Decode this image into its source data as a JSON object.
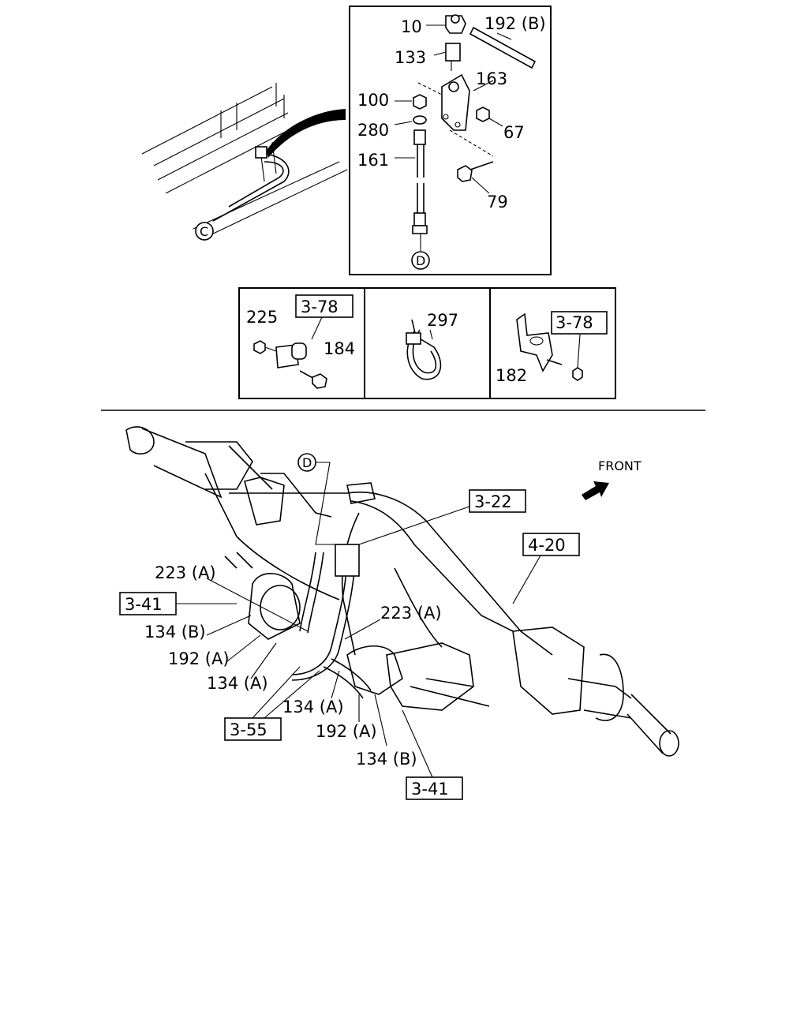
{
  "detail_top": {
    "labels": {
      "p10": "10",
      "p192b": "192 (B)",
      "p133": "133",
      "p163": "163",
      "p100": "100",
      "p280": "280",
      "p67": "67",
      "p161": "161",
      "p79": "79",
      "d_marker": "D",
      "c_marker": "C"
    }
  },
  "detail_row": {
    "left": {
      "p225": "225",
      "ref": "3-78",
      "p184": "184"
    },
    "middle": {
      "p297": "297"
    },
    "right": {
      "ref": "3-78",
      "p182": "182"
    }
  },
  "main": {
    "front_label": "FRONT",
    "d_marker": "D",
    "refs": {
      "r322": "3-22",
      "r420": "4-20",
      "r341_left": "3-41",
      "r355": "3-55",
      "r341_bottom": "3-41"
    },
    "labels": {
      "p223a_left": "223 (A)",
      "p223a_right": "223 (A)",
      "p134b_left": "134 (B)",
      "p192a_left": "192 (A)",
      "p134a_left": "134 (A)",
      "p134a_mid": "134 (A)",
      "p192a_mid": "192 (A)",
      "p134b_bottom": "134 (B)"
    }
  }
}
